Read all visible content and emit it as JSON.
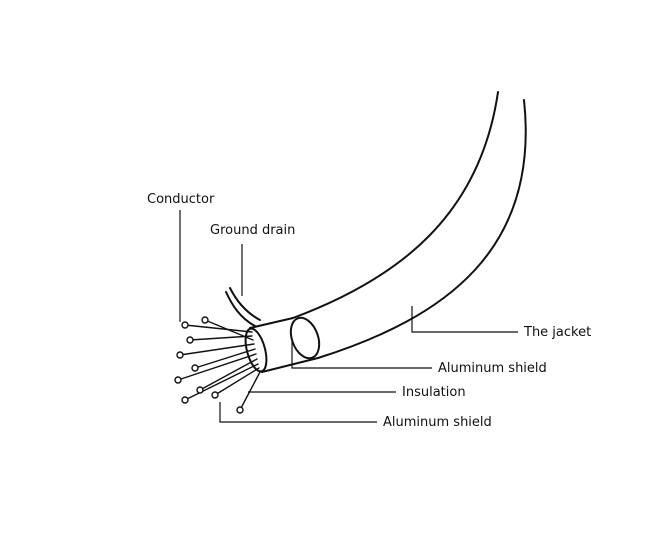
{
  "diagram": {
    "labels": {
      "conductor": "Conductor",
      "ground_drain": "Ground drain",
      "jacket": "The jacket",
      "aluminum_shield_outer": "Aluminum shield",
      "insulation": "Insulation",
      "aluminum_shield_inner": "Aluminum shield"
    },
    "colors": {
      "line": "#111111",
      "background": "#ffffff"
    }
  }
}
